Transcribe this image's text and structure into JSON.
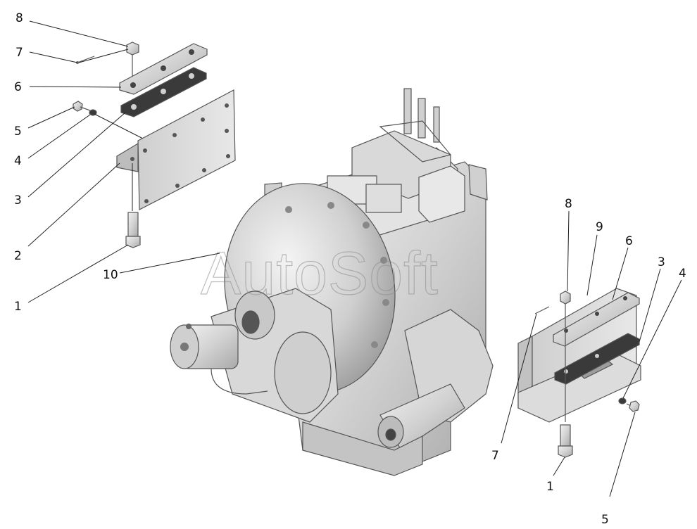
{
  "watermark": "AutoSoft",
  "callouts_left": [
    "8",
    "7",
    "6",
    "5",
    "4",
    "3",
    "2",
    "1",
    "10"
  ],
  "callouts_right": [
    "8",
    "9",
    "6",
    "3",
    "4",
    "7",
    "1",
    "5"
  ],
  "colors": {
    "background": "#ffffff",
    "metal": "#d6d6d6",
    "dark_plate": "#3a3a3a",
    "line": "#222222"
  }
}
